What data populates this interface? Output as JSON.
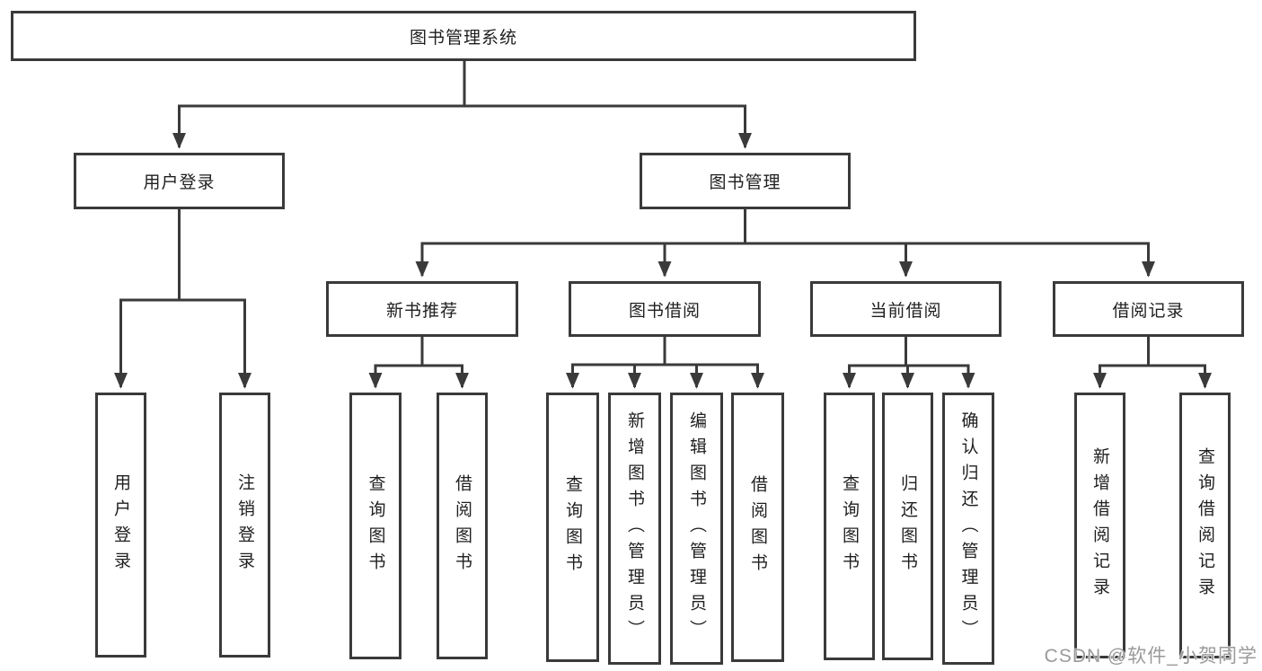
{
  "watermark": "CSDN @软件_小贺同学",
  "colors": {
    "line": "#3a3a3a",
    "text": "#1f1f1f",
    "watermark": "#9a9a9a",
    "background": "#ffffff"
  },
  "tree": {
    "label": "图书管理系统",
    "children": [
      {
        "label": "用户登录",
        "children": [
          {
            "label": "用户登录"
          },
          {
            "label": "注销登录"
          }
        ]
      },
      {
        "label": "图书管理",
        "children": [
          {
            "label": "新书推荐",
            "children": [
              {
                "label": "查询图书"
              },
              {
                "label": "借阅图书"
              }
            ]
          },
          {
            "label": "图书借阅",
            "children": [
              {
                "label": "查询图书"
              },
              {
                "label": "新增图书（管理员）"
              },
              {
                "label": "编辑图书（管理员）"
              },
              {
                "label": "借阅图书"
              }
            ]
          },
          {
            "label": "当前借阅",
            "children": [
              {
                "label": "查询图书"
              },
              {
                "label": "归还图书"
              },
              {
                "label": "确认归还（管理员）"
              }
            ]
          },
          {
            "label": "借阅记录",
            "children": [
              {
                "label": "新增借阅记录"
              },
              {
                "label": "查询借阅记录"
              }
            ]
          }
        ]
      }
    ]
  }
}
